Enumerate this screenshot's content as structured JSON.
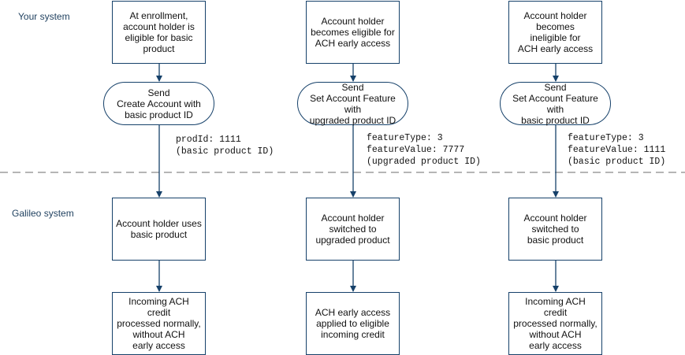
{
  "lanes": {
    "top": "Your system",
    "bottom": "Galileo system"
  },
  "columns": [
    {
      "trigger": "At enrollment,\naccount holder is\neligible for basic\nproduct",
      "action": "Send\nCreate Account with\nbasic product ID",
      "params": "prodId: 1111\n(basic product ID)",
      "result": "Account holder uses\nbasic product",
      "outcome": "Incoming ACH credit\nprocessed normally,\nwithout ACH\nearly access"
    },
    {
      "trigger": "Account holder\nbecomes eligible for\nACH early access",
      "action": "Send\nSet Account Feature with\nupgraded product ID",
      "params": "featureType: 3\nfeatureValue: 7777\n(upgraded product ID)",
      "result": "Account holder\nswitched to\nupgraded product",
      "outcome": "ACH early access\napplied to eligible\nincoming credit"
    },
    {
      "trigger": "Account holder\nbecomes\nineligible for\nACH early access",
      "action": "Send\nSet Account Feature with\nbasic product ID",
      "params": "featureType: 3\nfeatureValue: 1111\n(basic product ID)",
      "result": "Account holder\nswitched to\nbasic product",
      "outcome": "Incoming ACH credit\nprocessed normally,\nwithout ACH\nearly access"
    }
  ],
  "colors": {
    "border": "#16416a",
    "arrow": "#16416a",
    "divider": "#b5b5b5",
    "lane_label": "#1e3f5e"
  }
}
